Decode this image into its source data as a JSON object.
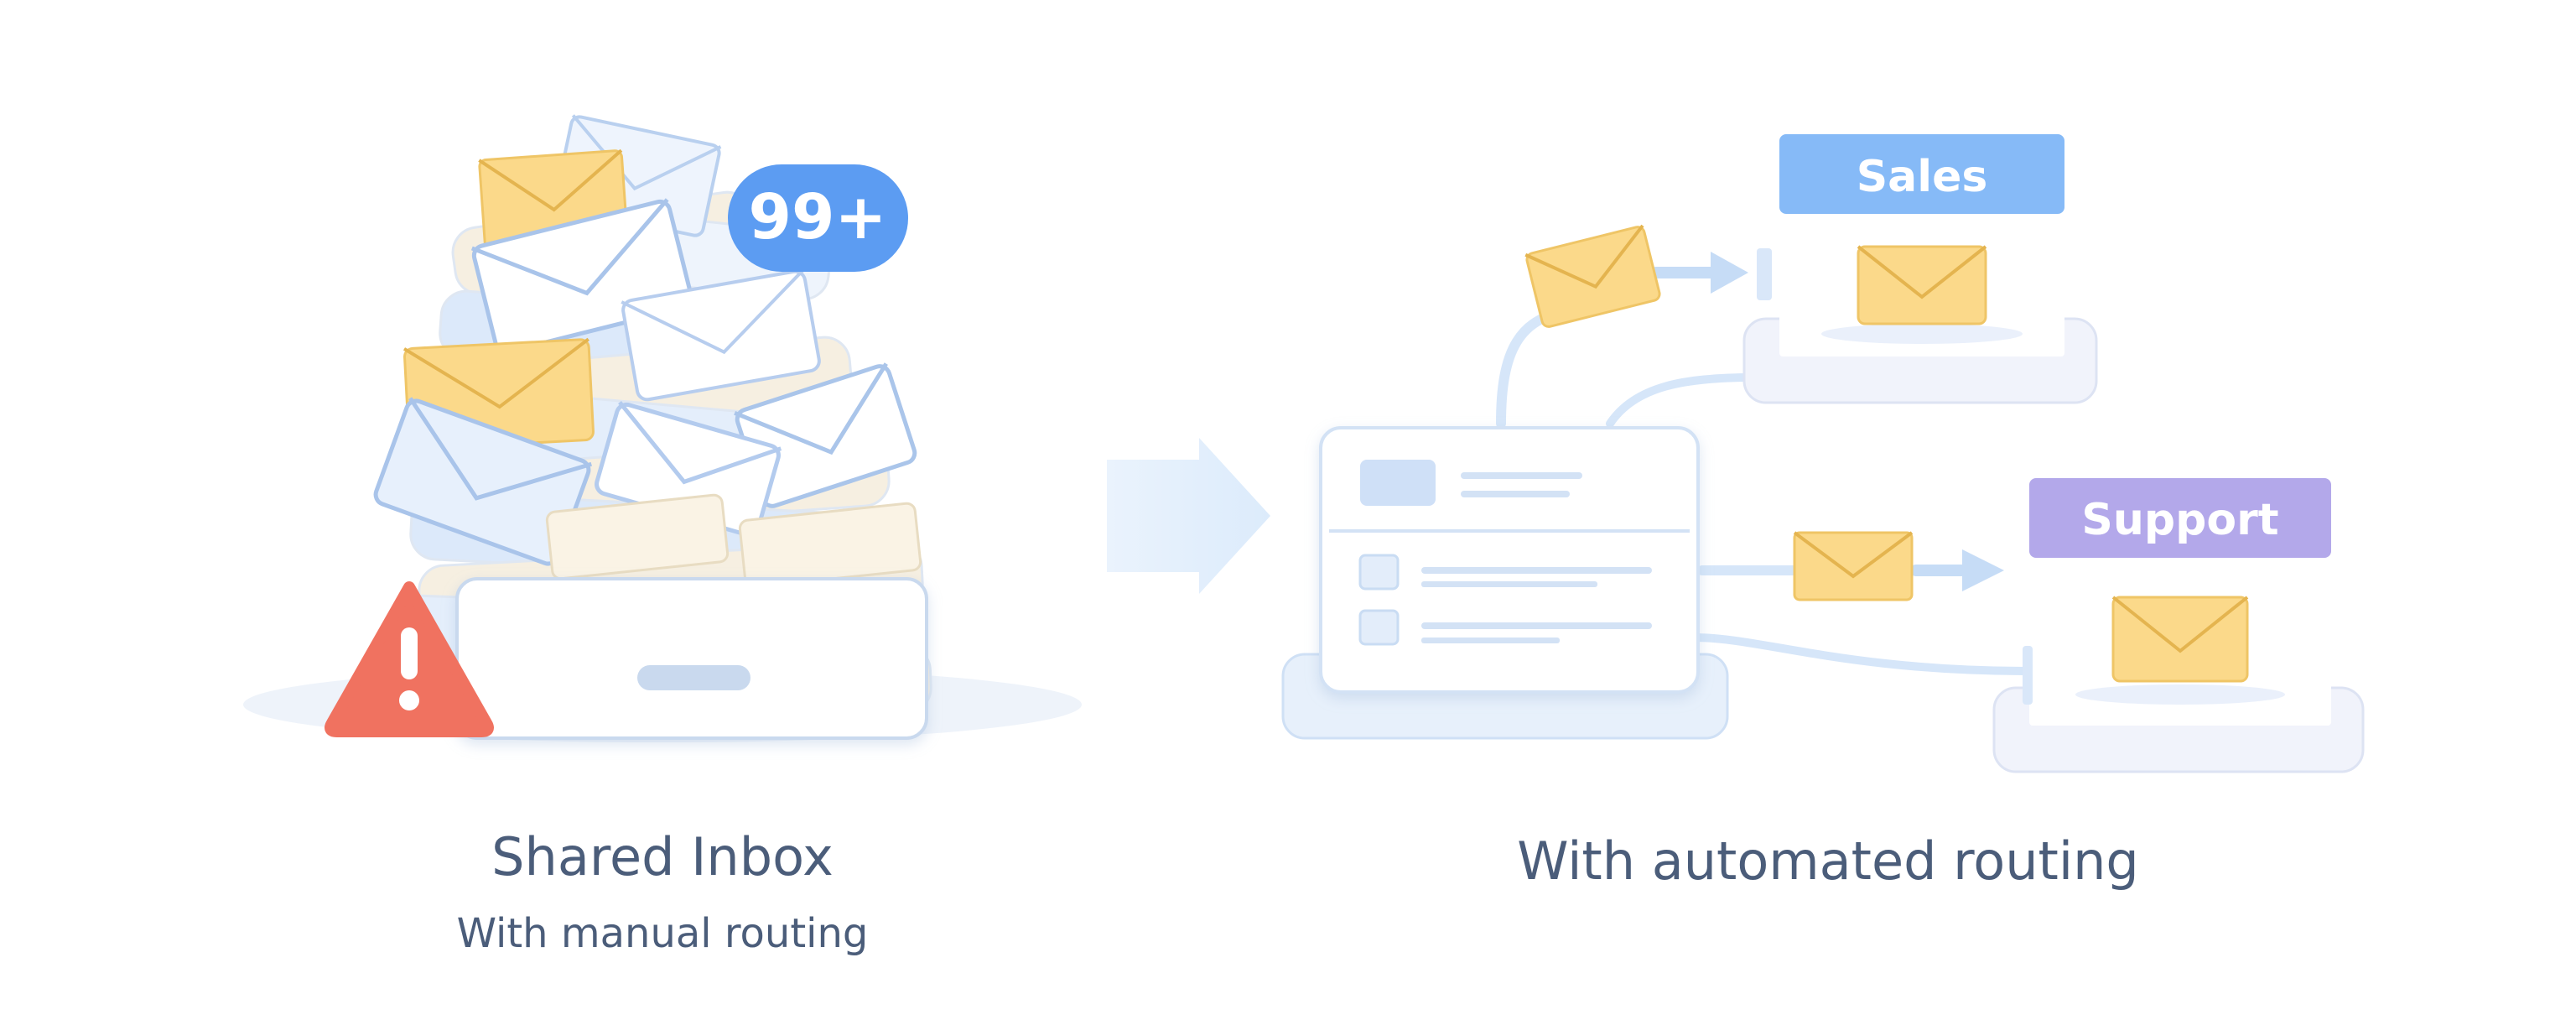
{
  "left_panel": {
    "badge_count": "99+",
    "title": "Shared Inbox",
    "subtitle": "With manual routing"
  },
  "right_panel": {
    "title": "With automated routing",
    "destinations": [
      {
        "label": "Sales",
        "color": "#86baf7"
      },
      {
        "label": "Support",
        "color": "#b3a8ea"
      }
    ]
  },
  "colors": {
    "envelope_yellow": "#fbd98a",
    "envelope_blue": "#dce9fa",
    "badge_blue": "#5c9cf2",
    "warning_red": "#f07260",
    "text": "#4b5d7a"
  }
}
